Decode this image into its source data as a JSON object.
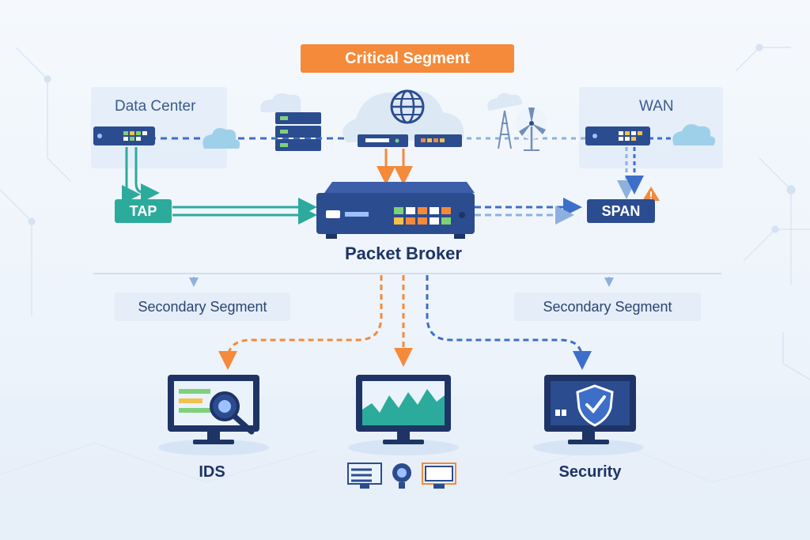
{
  "banner": {
    "label": "Critical Segment"
  },
  "zones": {
    "data_center": "Data Center",
    "wan": "WAN"
  },
  "taps": {
    "tap": "TAP",
    "span": "SPAN"
  },
  "broker": {
    "label": "Packet Broker"
  },
  "segments": {
    "left": "Secondary Segment",
    "right": "Secondary Segment"
  },
  "tools": {
    "ids": "IDS",
    "security": "Security"
  },
  "colors": {
    "orange": "#f48a3a",
    "teal": "#2cab9d",
    "navy": "#2b4c8f",
    "blue": "#3d6fc9",
    "ink": "#1e3466"
  },
  "icons": [
    "router-icon",
    "cloud-icon",
    "server-rack-icon",
    "globe-icon",
    "tower-icon",
    "wind-turbine-icon",
    "warning-icon",
    "magnifier-icon",
    "chart-icon",
    "shield-check-icon"
  ]
}
